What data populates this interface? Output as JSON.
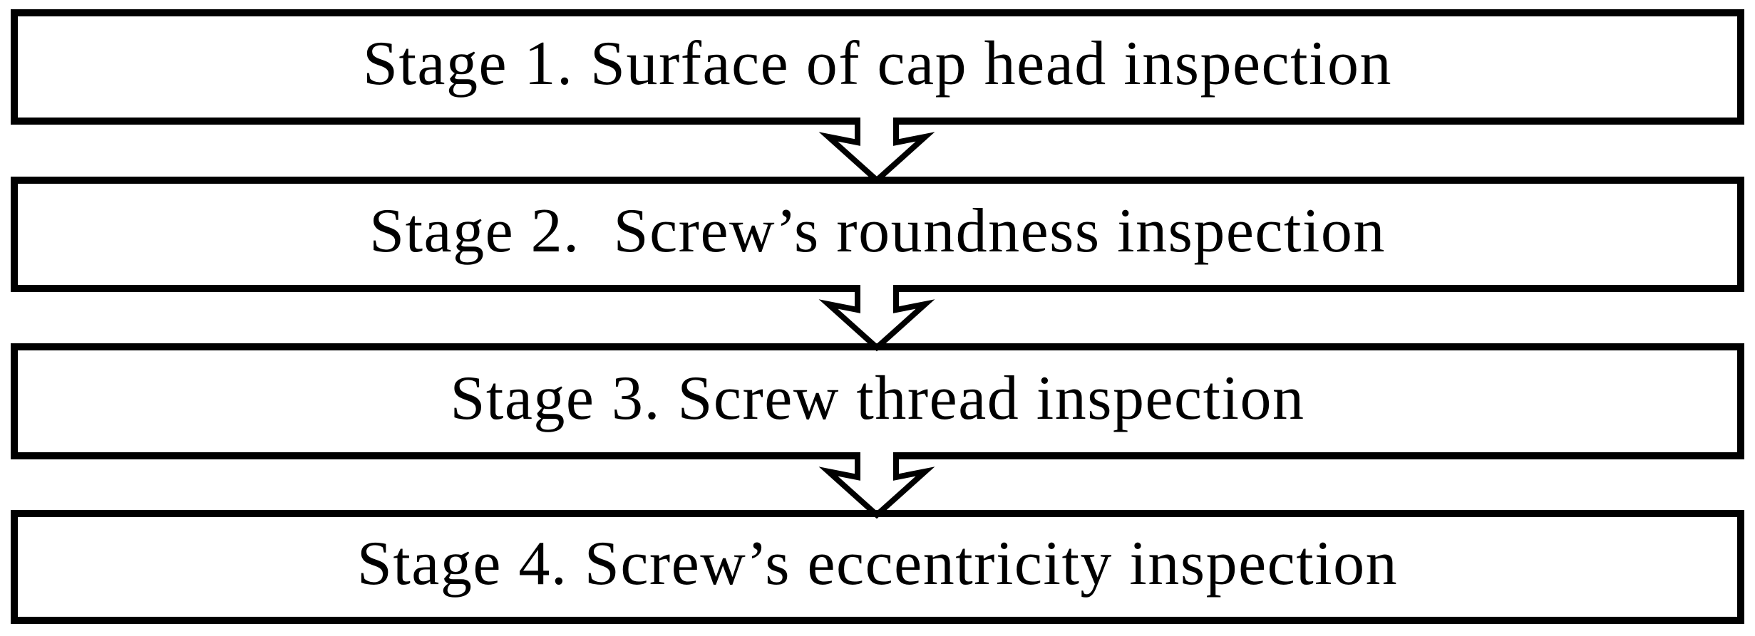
{
  "diagram": {
    "type": "flowchart",
    "background_color": "#ffffff",
    "box_border_color": "#000000",
    "box_fill_color": "#ffffff",
    "text_color": "#000000",
    "connector_icon": "down-arrow-icon",
    "stages": [
      {
        "label": "Stage 1. Surface of cap head inspection"
      },
      {
        "label": "Stage 2.  Screw’s roundness inspection"
      },
      {
        "label": "Stage 3. Screw thread inspection"
      },
      {
        "label": "Stage 4. Screw’s eccentricity inspection"
      }
    ]
  }
}
